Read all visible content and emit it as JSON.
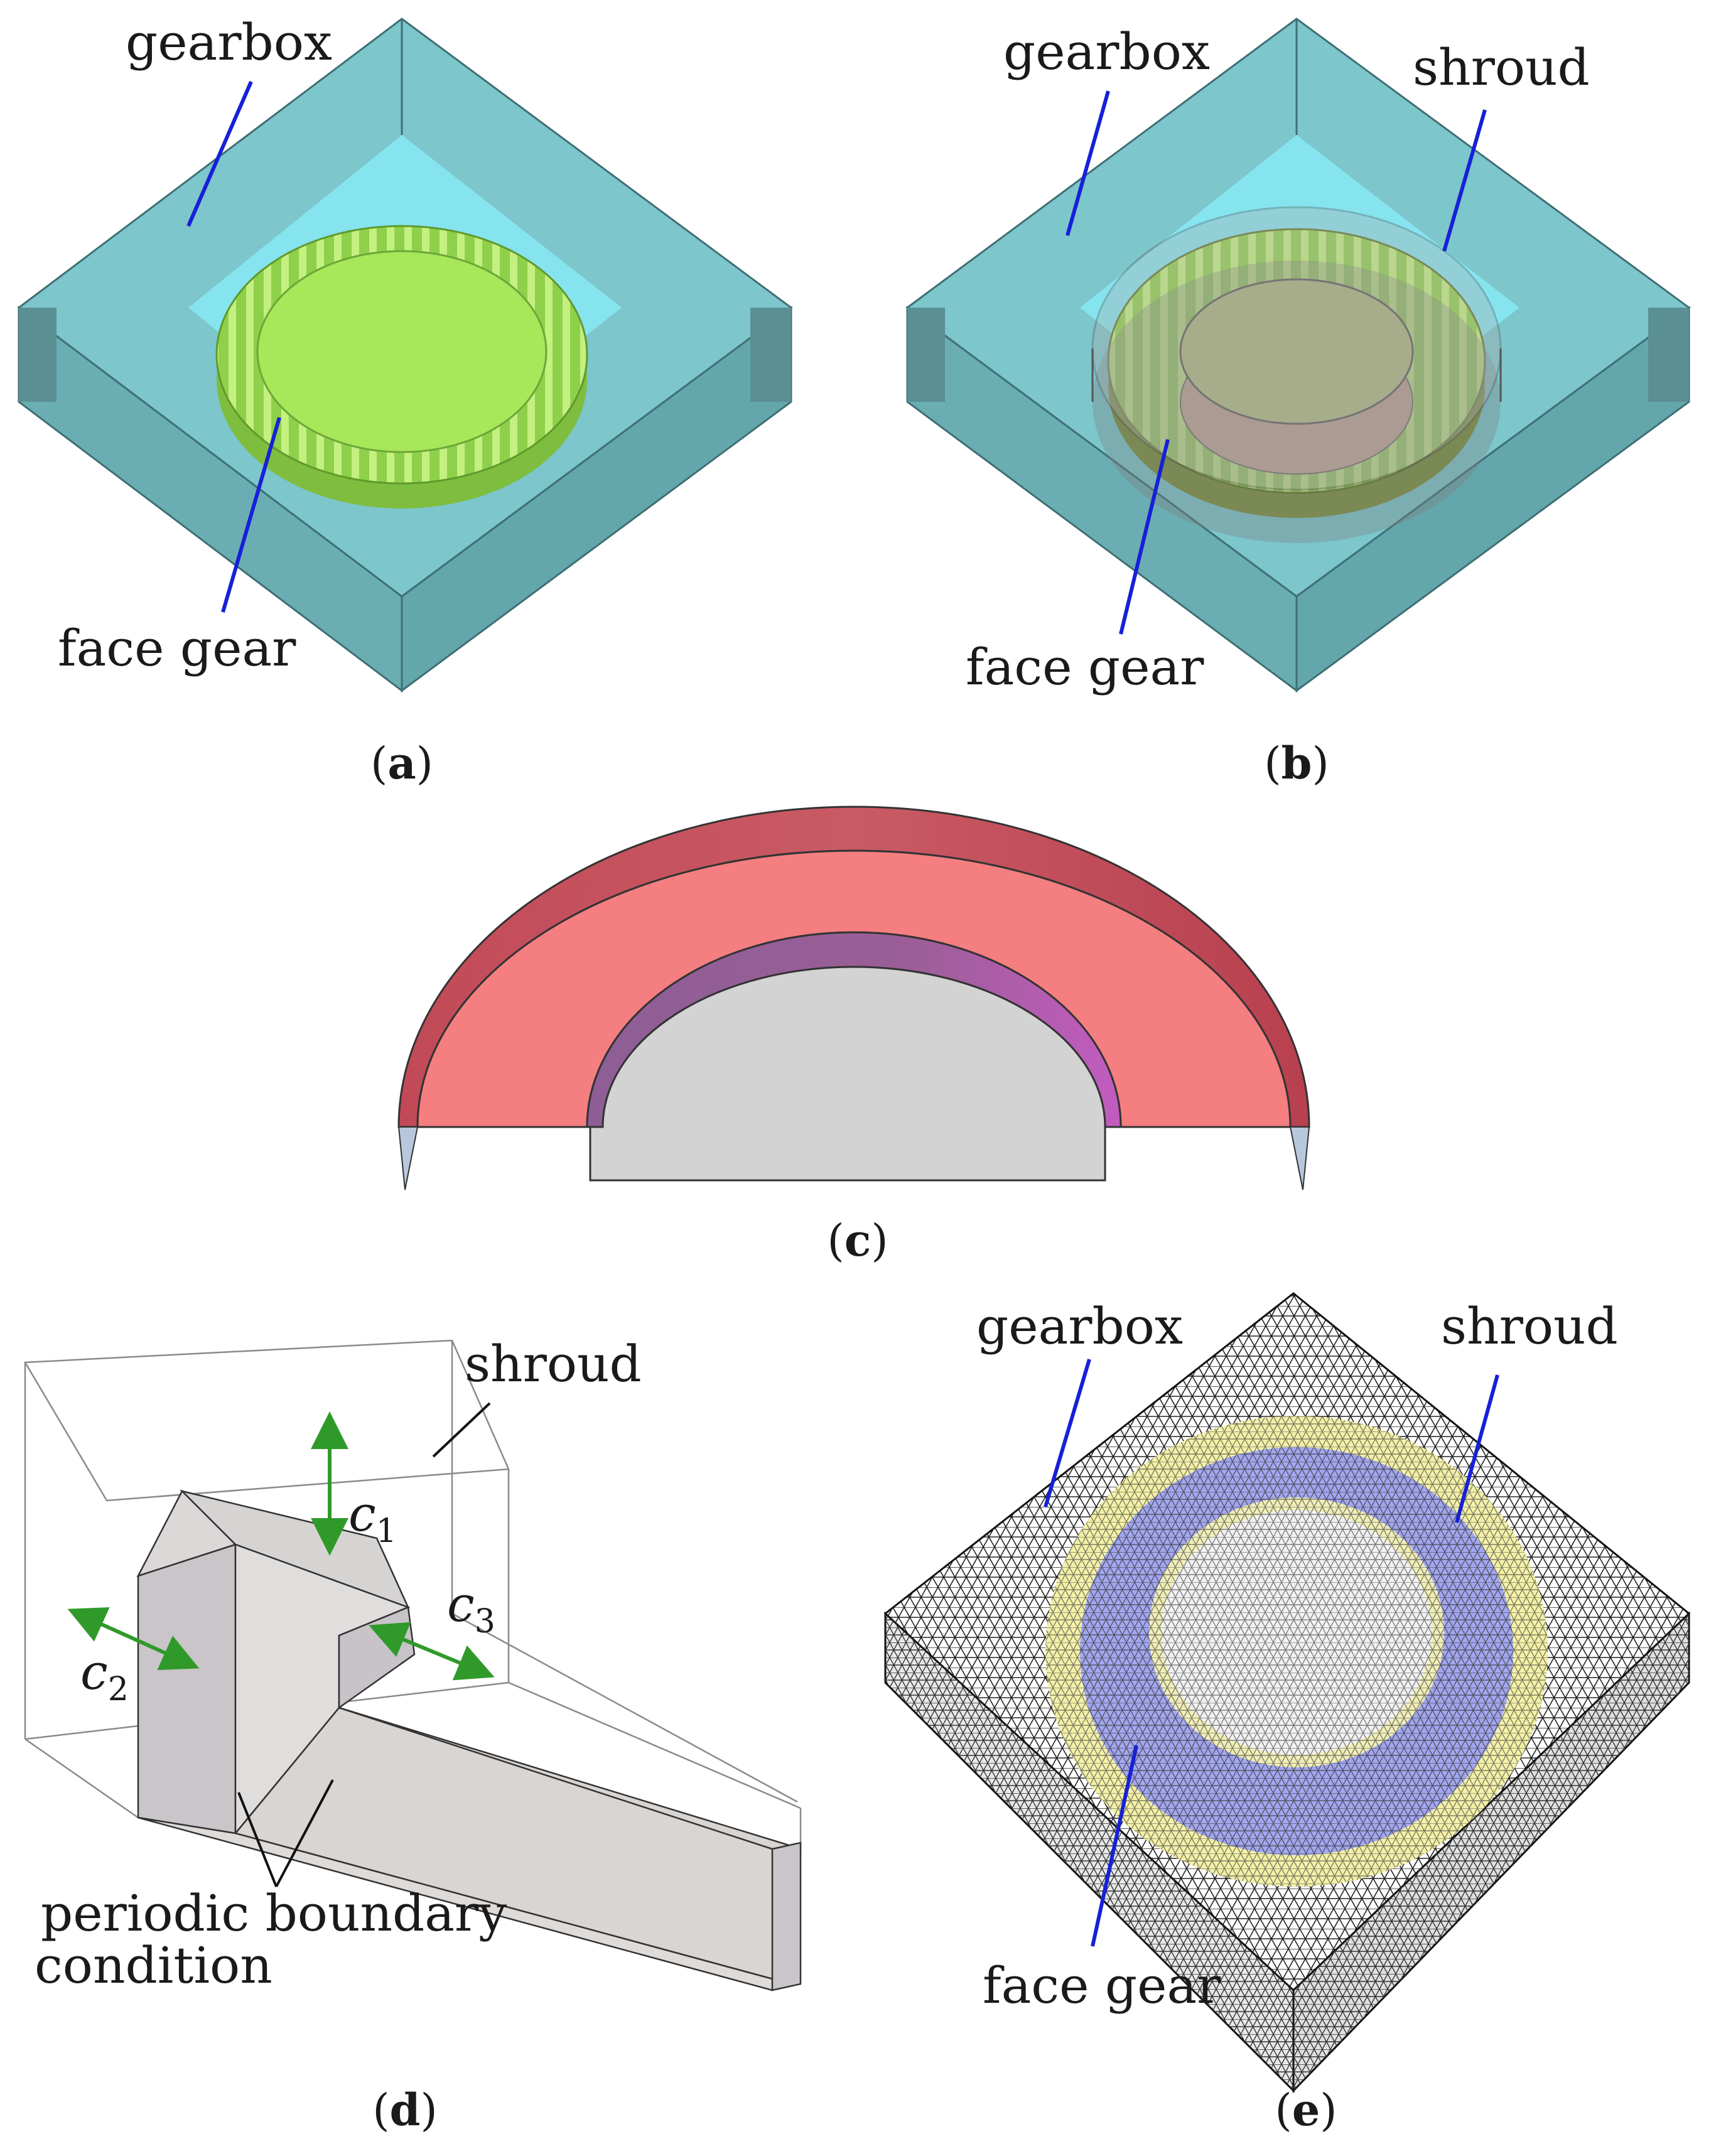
{
  "panels": {
    "a": {
      "caption": "a",
      "gearbox_label": "gearbox",
      "face_gear_label": "face gear"
    },
    "b": {
      "caption": "b",
      "gearbox_label": "gearbox",
      "shroud_label": "shroud",
      "face_gear_label": "face gear"
    },
    "c": {
      "caption": "c"
    },
    "d": {
      "caption": "d",
      "shroud_label": "shroud",
      "c1": {
        "symbol": "c",
        "sub": "1"
      },
      "c2": {
        "symbol": "c",
        "sub": "2"
      },
      "c3": {
        "symbol": "c",
        "sub": "3"
      },
      "pbc_line1": "periodic boundary",
      "pbc_line2": "condition"
    },
    "e": {
      "caption": "e",
      "gearbox_label": "gearbox",
      "shroud_label": "shroud",
      "face_gear_label": "face gear"
    }
  },
  "colors": {
    "gearbox_side": "#6fb8bd",
    "gearbox_top": "#7fdcea",
    "gear_green": "#a8e65a",
    "shroud_red": "#c65360",
    "shroud_pink": "#f47e80",
    "inner_purple": "#a45d9d",
    "part_gray": "#d5d3d3",
    "leader_blue": "#1720d8",
    "arrow_green": "#2f9a2a",
    "mesh_blue": "#a3a7f0",
    "mesh_yellow": "#f4f1a8"
  }
}
